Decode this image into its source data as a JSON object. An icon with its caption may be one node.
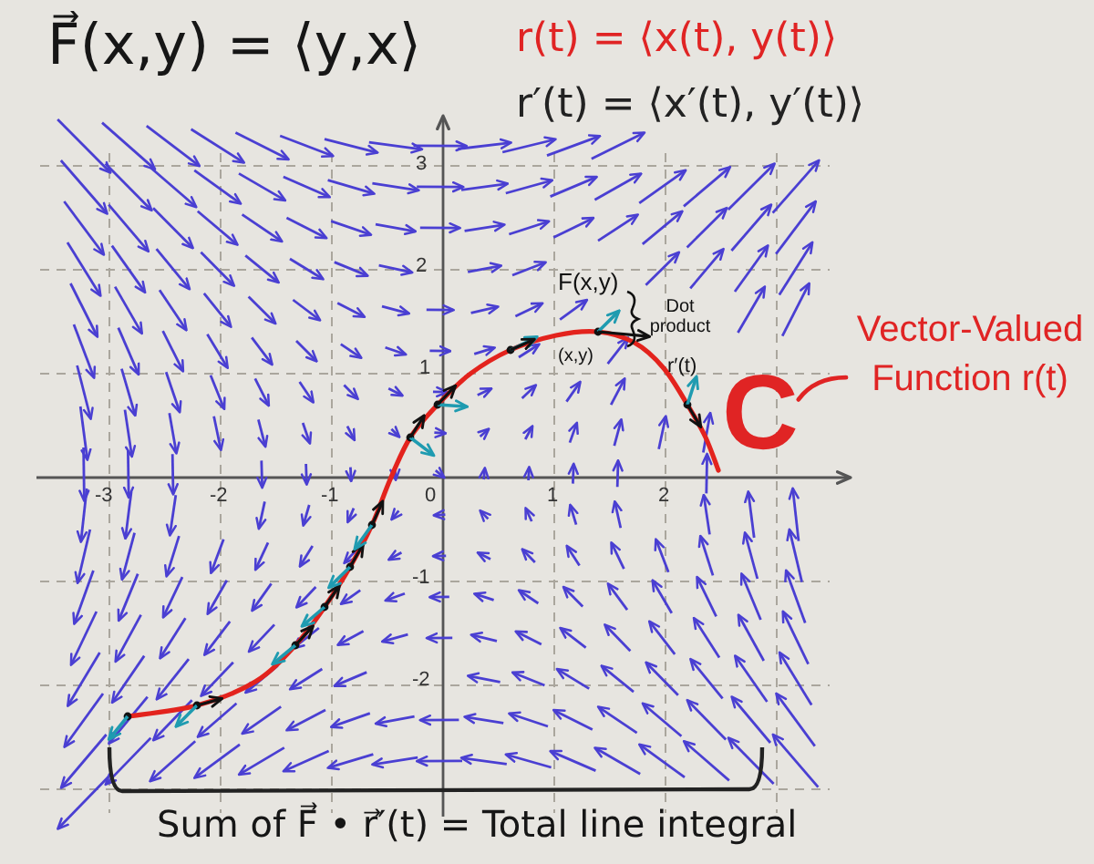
{
  "diagram": {
    "nodes": [
      {
        "text": [
          "Vector-Valued Function r(t)"
        ]
      },
      {
        "text": [
          "C"
        ]
      }
    ],
    "edges": [
      {
        "from": 0,
        "to": 1,
        "arrow": "none"
      }
    ],
    "labels": [
      "F⃗(x,y) = ⟨y,x⟩",
      "r(t) = ⟨x(t), y(t)⟩",
      "r′(t) = ⟨x′(t), y′(t)⟩",
      "3",
      "2",
      "F(x,y)",
      "Dot product",
      "1",
      "(x,y)",
      "r′(t)",
      "-3",
      "-2",
      "-1",
      "0",
      "1",
      "2",
      "-1",
      "-2",
      "Sum of F⃗ • r⃗′(t) = Total line integral"
    ]
  }
}
